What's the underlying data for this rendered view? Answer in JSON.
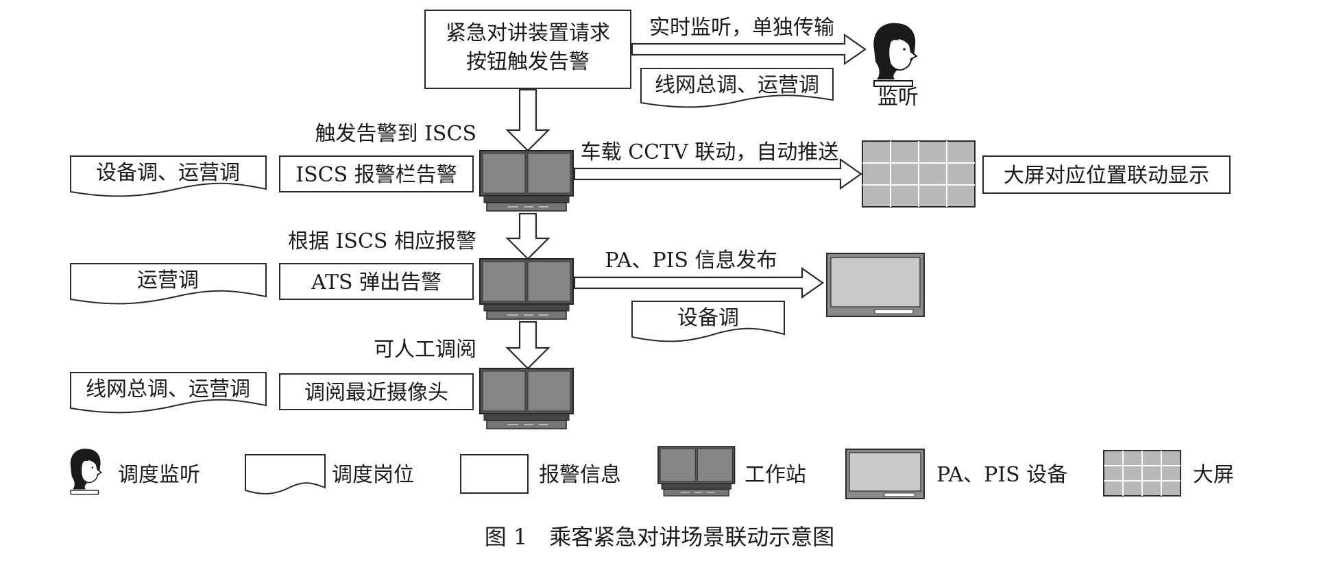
{
  "top": {
    "alarm_line1": "紧急对讲装置请求",
    "alarm_line2": "按钮触发告警",
    "monitor_arrow_label": "实时监听，单独传输",
    "monitor_role": "线网总调、运营调",
    "monitor_label": "监听"
  },
  "row1": {
    "arrow_label": "触发告警到 ISCS",
    "role": "设备调、运营调",
    "alarm": "ISCS 报警栏告警",
    "link_label": "车载 CCTV 联动，自动推送",
    "screen_text": "大屏对应位置联动显示"
  },
  "row2": {
    "arrow_label": "根据 ISCS 相应报警",
    "role": "运营调",
    "alarm": "ATS 弹出告警",
    "link_label": "PA、PIS 信息发布",
    "link_role": "设备调"
  },
  "row3": {
    "arrow_label": "可人工调阅",
    "role": "线网总调、运营调",
    "alarm": "调阅最近摄像头"
  },
  "legend": {
    "monitor": "调度监听",
    "role": "调度岗位",
    "alarm": "报警信息",
    "workstation": "工作站",
    "pa_pis": "PA、PIS 设备",
    "bigscreen": "大屏"
  },
  "caption": "图 1　乘客紧急对讲场景联动示意图",
  "colors": {
    "stroke": "#2a2a2a",
    "device_fill": "#7f7f7f",
    "screen_fill": "#c9c9c9",
    "bigscreen_cell": "#b8b8b8"
  }
}
